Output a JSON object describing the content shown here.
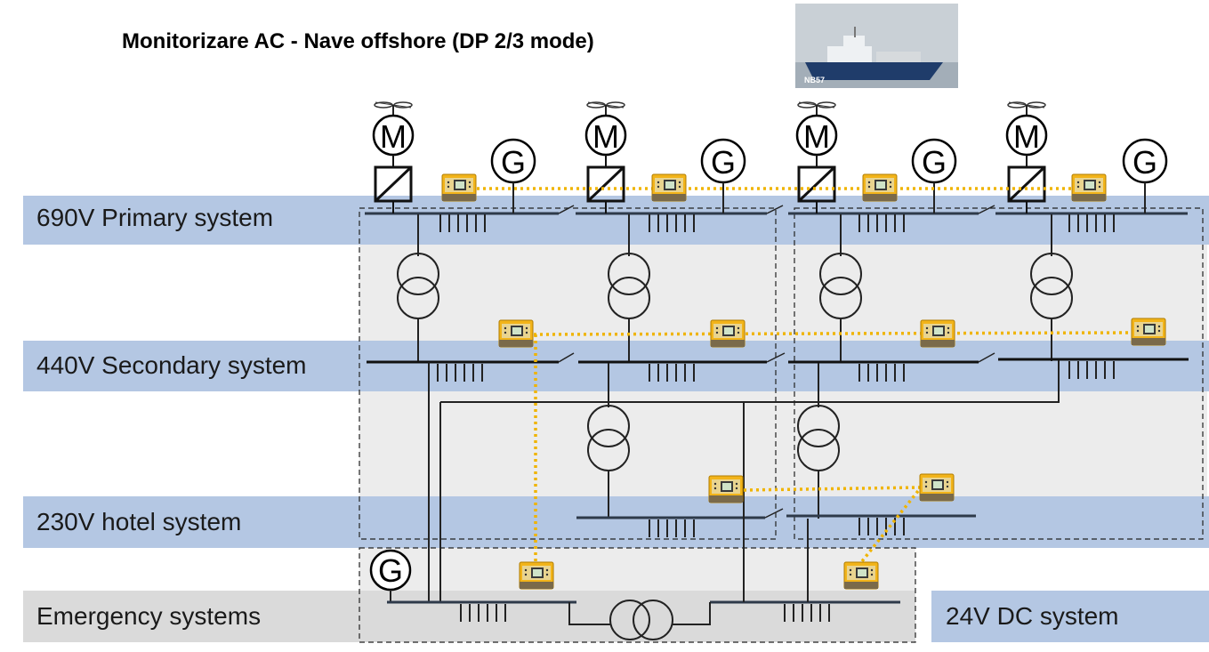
{
  "title": "Monitorizare AC - Nave offshore (DP 2/3 mode)",
  "ship_photo": {
    "label": "NB57"
  },
  "systems": [
    {
      "label": "690V Primary system"
    },
    {
      "label": "440V Secondary system"
    },
    {
      "label": "230V hotel system"
    },
    {
      "label": "Emergency systems"
    },
    {
      "label": "24V DC system"
    }
  ],
  "symbols": {
    "motor": "M",
    "generator": "G"
  },
  "colors": {
    "band_blue": "#b4c7e3",
    "band_blue_light": "#c5d4ea",
    "band_gray": "#dadada",
    "zone_gray": "#ececec",
    "monitor_yellow": "#f2b41a",
    "comm_line": "#f0b400",
    "busbar": "#2e3a4a"
  }
}
